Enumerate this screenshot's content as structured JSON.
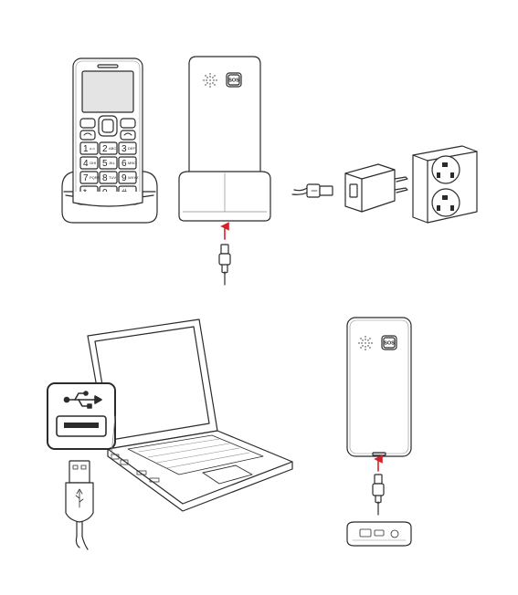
{
  "colors": {
    "line": "#2b2b2b",
    "light_line": "#8a8a8a",
    "screen": "#e4e4e4",
    "arrow": "#d2232a",
    "background": "#ffffff"
  },
  "phone_front": {
    "keys": [
      "1",
      "2",
      "3",
      "4",
      "5",
      "6",
      "7",
      "8",
      "9",
      "*",
      "0",
      "#"
    ],
    "key_letters": [
      "o.o",
      "ABC",
      "DEF",
      "GHI",
      "JKL",
      "MNO",
      "PQRS",
      "TUV",
      "WXYZ",
      "",
      "",
      ""
    ]
  },
  "phone_back": {
    "sos_label": "SOS"
  },
  "handset_standalone": {
    "sos_label": "SOS"
  },
  "icons": {
    "usb_symbol": "usb-icon",
    "charge_arrow": "arrow-up-icon",
    "cable": "micro-usb-cable-icon",
    "adapter": "wall-adapter-icon",
    "socket": "uk-socket-icon",
    "laptop": "laptop-icon"
  }
}
